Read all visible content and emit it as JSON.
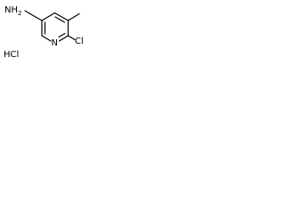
{
  "molecule": {
    "amine": {
      "nh2": "NH",
      "subscript": "2"
    },
    "ring_nitrogen": "N",
    "chlorine": "Cl",
    "salt": "HCl"
  }
}
